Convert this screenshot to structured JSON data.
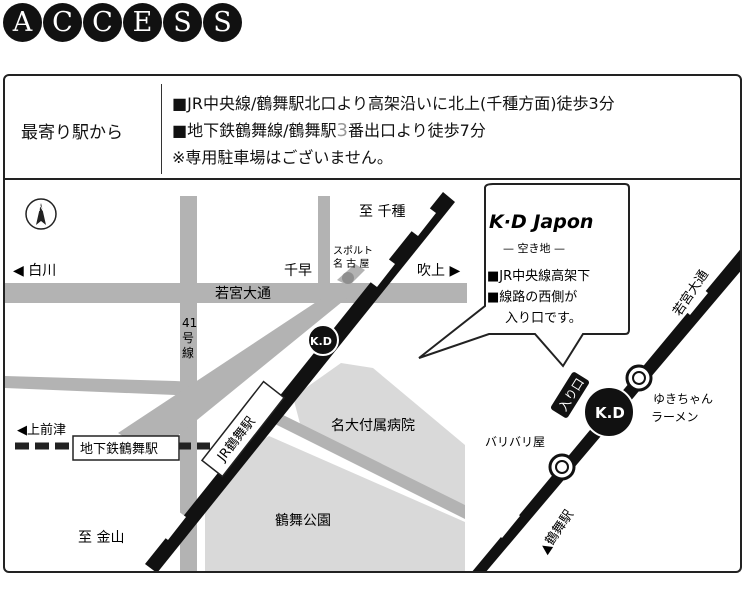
{
  "heading": {
    "letters": [
      "A",
      "C",
      "C",
      "E",
      "S",
      "S"
    ]
  },
  "info": {
    "label": "最寄り駅から",
    "line1": "■JR中央線/鶴舞駅北口より高架沿いに北上(千種方面)徒歩3分",
    "line2_a": "■地下鉄鶴舞線/鶴舞駅",
    "line2_num": "3",
    "line2_b": "番出口より徒歩7分",
    "line3": "※専用駐車場はございません。"
  },
  "map": {
    "compass": "N",
    "to_chikusa": "至 千種",
    "to_kanayama": "至 金山",
    "shirakawa": "◀ 白川",
    "fukiage": "吹上 ▶",
    "chiban": "千早",
    "wakamiya": "若宮大通",
    "route41": [
      "41",
      "号",
      "線"
    ],
    "sports": [
      "スポルト",
      "名 古 屋"
    ],
    "kd_marker": "K.D",
    "kamimaetsu": "◀上前津",
    "subway_station": "地下鉄鶴舞駅",
    "jr_station": "JR鶴舞駅",
    "hospital": "名大付属病院",
    "park": "鶴舞公園"
  },
  "callout": {
    "logo": "K·D Japon",
    "subtitle": "— 空き地 —",
    "lines": [
      "■JR中央線高架下",
      "■線路の西側が",
      "入り口です。"
    ]
  },
  "detail": {
    "wakamiya": "若宮大通",
    "yukichan": [
      "ゆきちゃん",
      "ラーメン"
    ],
    "kd": "K.D",
    "iriguchi": "入り口",
    "baribari": "バリバリ屋",
    "tsurumai": "▲鶴舞駅"
  },
  "colors": {
    "road": "#b3b3b3",
    "block": "#d9d9d9",
    "rail": "#111111",
    "ink": "#222222"
  }
}
